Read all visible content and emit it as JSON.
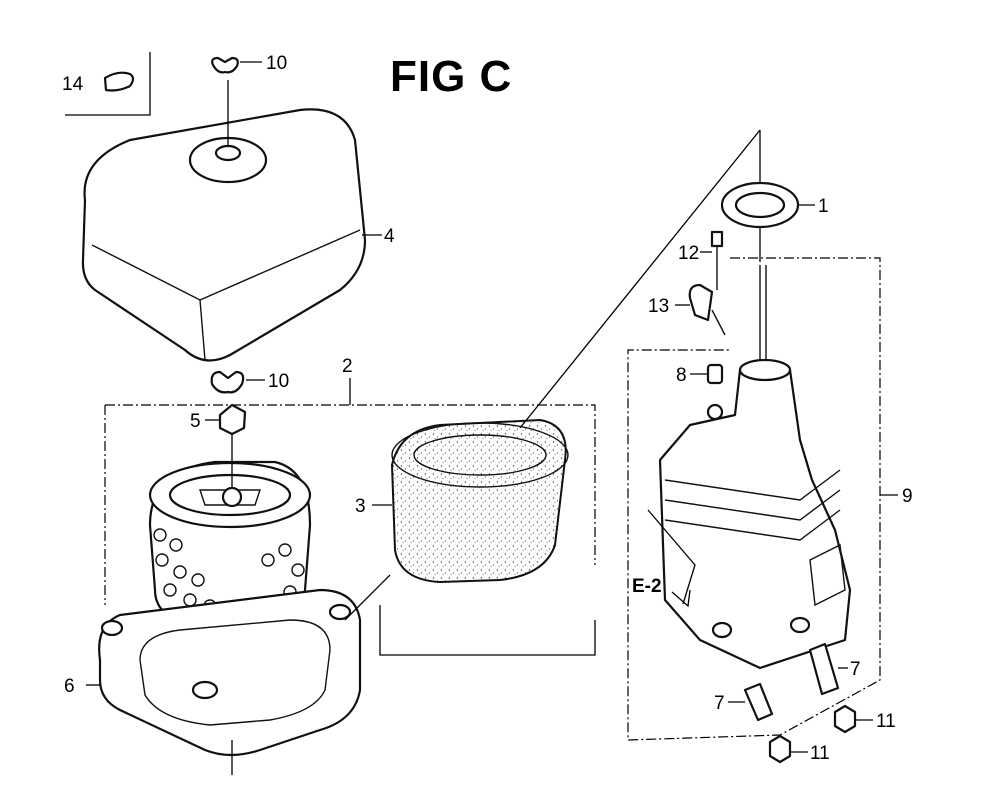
{
  "figure": {
    "title": "FIG C"
  },
  "reference": {
    "label": "E-2"
  },
  "callouts": [
    {
      "id": "c1",
      "label": "1"
    },
    {
      "id": "c2",
      "label": "2"
    },
    {
      "id": "c3",
      "label": "3"
    },
    {
      "id": "c4",
      "label": "4"
    },
    {
      "id": "c5",
      "label": "5"
    },
    {
      "id": "c6",
      "label": "6"
    },
    {
      "id": "c7a",
      "label": "7"
    },
    {
      "id": "c7b",
      "label": "7"
    },
    {
      "id": "c8",
      "label": "8"
    },
    {
      "id": "c9",
      "label": "9"
    },
    {
      "id": "c10a",
      "label": "10"
    },
    {
      "id": "c10b",
      "label": "10"
    },
    {
      "id": "c11a",
      "label": "11"
    },
    {
      "id": "c11b",
      "label": "11"
    },
    {
      "id": "c12",
      "label": "12"
    },
    {
      "id": "c13",
      "label": "13"
    },
    {
      "id": "c14",
      "label": "14"
    }
  ]
}
